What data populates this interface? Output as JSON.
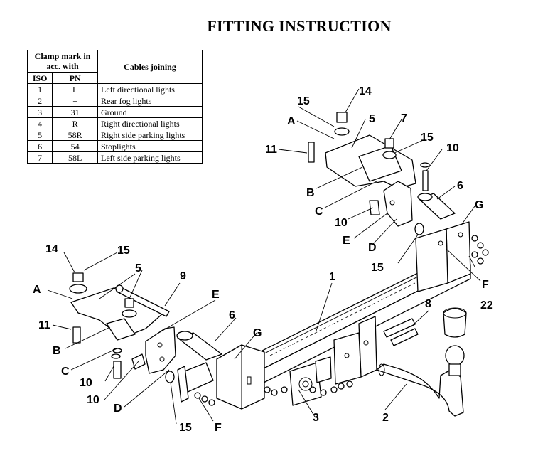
{
  "title": "FITTING INSTRUCTION",
  "table": {
    "header_clamp": "Clamp mark in acc. with",
    "header_cables": "Cables joining",
    "col_iso": "ISO",
    "col_pn": "PN",
    "rows": [
      {
        "iso": "1",
        "pn": "L",
        "desc": "Left directional lights"
      },
      {
        "iso": "2",
        "pn": "+",
        "desc": "Rear fog lights"
      },
      {
        "iso": "3",
        "pn": "31",
        "desc": "Ground"
      },
      {
        "iso": "4",
        "pn": "R",
        "desc": "Right directional lights"
      },
      {
        "iso": "5",
        "pn": "58R",
        "desc": "Right side parking lights"
      },
      {
        "iso": "6",
        "pn": "54",
        "desc": "Stoplights"
      },
      {
        "iso": "7",
        "pn": "58L",
        "desc": "Left side parking lights"
      }
    ]
  },
  "labels": {
    "l1": "1",
    "l2": "2",
    "l3": "3",
    "l6a": "6",
    "l6b": "6",
    "l7": "7",
    "l8": "8",
    "l9": "9",
    "l5a": "5",
    "l5b": "5",
    "l10a": "10",
    "l10b": "10",
    "l10c": "10",
    "l10d": "10",
    "l11a": "11",
    "l11b": "11",
    "l14a": "14",
    "l14b": "14",
    "l15a": "15",
    "l15b": "15",
    "l15c": "15",
    "l15d": "15",
    "l15e": "15",
    "l22": "22",
    "lAa": "A",
    "lAb": "A",
    "lBa": "B",
    "lBb": "B",
    "lCa": "C",
    "lCb": "C",
    "lDa": "D",
    "lDb": "D",
    "lEa": "E",
    "lEb": "E",
    "lFa": "F",
    "lFb": "F",
    "lGa": "G",
    "lGb": "G"
  }
}
